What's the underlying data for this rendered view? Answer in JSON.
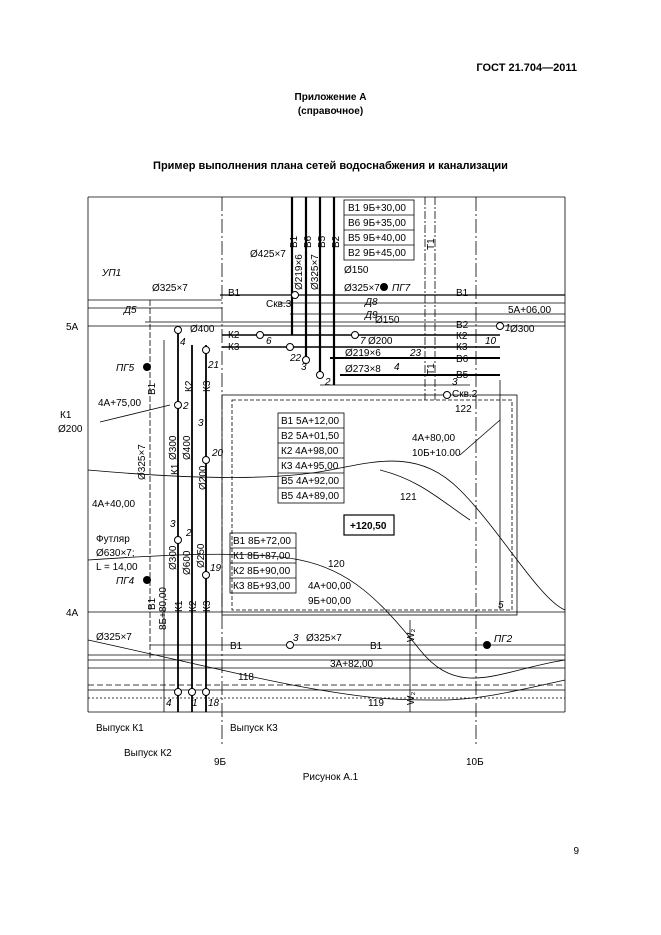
{
  "header": {
    "standard": "ГОСТ 21.704—2011",
    "appendix": "Приложение А",
    "appendix_note": "(справочное)"
  },
  "title": "Пример выполнения плана сетей водоснабжения и канализации",
  "caption": "Рисунок А.1",
  "page_number": "9",
  "grid": {
    "rows": [
      "5А",
      "4А"
    ],
    "cols": [
      "9Б",
      "10Б"
    ]
  },
  "top_table": [
    "В1 9Б+30,00",
    "В6 9Б+35,00",
    "В5 9Б+40,00",
    "В2 9Б+45,00"
  ],
  "mid_table": [
    "В1 5А+12,00",
    "В2 5А+01,50",
    "К2 4А+98,00",
    "К3 4А+95,00",
    "В5 4А+92,00",
    "В5 4А+89,00"
  ],
  "low_table": [
    "В1 8Б+72,00",
    "К1 8Б+87,00",
    "К2 8Б+90,00",
    "К3 8Б+93,00"
  ],
  "elevation": "+120,50",
  "contours": [
    "122",
    "121",
    "120",
    "119",
    "118"
  ],
  "labels": {
    "up1": "УП1",
    "d5": "Д5",
    "d8": "Д8",
    "d9": "Д9",
    "pg5": "ПГ5",
    "pg7": "ПГ7",
    "pg4": "ПГ4",
    "pg2": "ПГ2",
    "skv3": "Скв.3",
    "skv2": "Скв.2",
    "d325_top": "Ø325×7",
    "d325_top2": "Ø325×7",
    "d325_left": "Ø325×7",
    "d325_bot": "Ø325×7",
    "d325_bot2": "Ø325×7",
    "d325_v": "Ø325×7",
    "d425": "Ø425×7",
    "d219v": "Ø219×6",
    "d150a": "Ø150",
    "d150b": "Ø150",
    "d300": "Ø300",
    "d400": "Ø400",
    "d200": "Ø200",
    "d219b": "Ø219×6",
    "d273": "Ø273×8",
    "d300v": "Ø300",
    "d400v": "Ø400",
    "d200v": "Ø200",
    "d300v2": "Ø300",
    "d600v": "Ø600",
    "d250v": "Ø250",
    "k1": "К1",
    "k1d": "Ø200",
    "k1ch": "4А+75,00",
    "ch5a": "5А+06,00",
    "ch4a80": "4А+80,00",
    "ch10b": "10Б+10.00",
    "ch4a40": "4А+40,00",
    "ch4a00": "4А+00,00",
    "ch9b00": "9Б+00,00",
    "ch3a82": "3А+82,00",
    "ch8b80": "8Б+80,00",
    "futl1": "Футляр",
    "futl2": "Ø630×7;",
    "futl3": "L = 14,00",
    "vyp1": "Выпуск К1",
    "vyp2": "Выпуск К2",
    "vyp3": "Выпуск К3",
    "B1": "В1",
    "B2": "В2",
    "B5": "В5",
    "B6": "В6",
    "K1": "К1",
    "K2": "К2",
    "K3": "К3",
    "T1": "Т1",
    "W2": "W₂",
    "n1": "1",
    "n2": "2",
    "n3": "3",
    "n4": "4",
    "n5": "5",
    "n6": "6",
    "n7": "7",
    "n10": "10",
    "n18": "18",
    "n19": "19",
    "n20": "20",
    "n21": "21",
    "n22": "22",
    "n23": "23"
  }
}
